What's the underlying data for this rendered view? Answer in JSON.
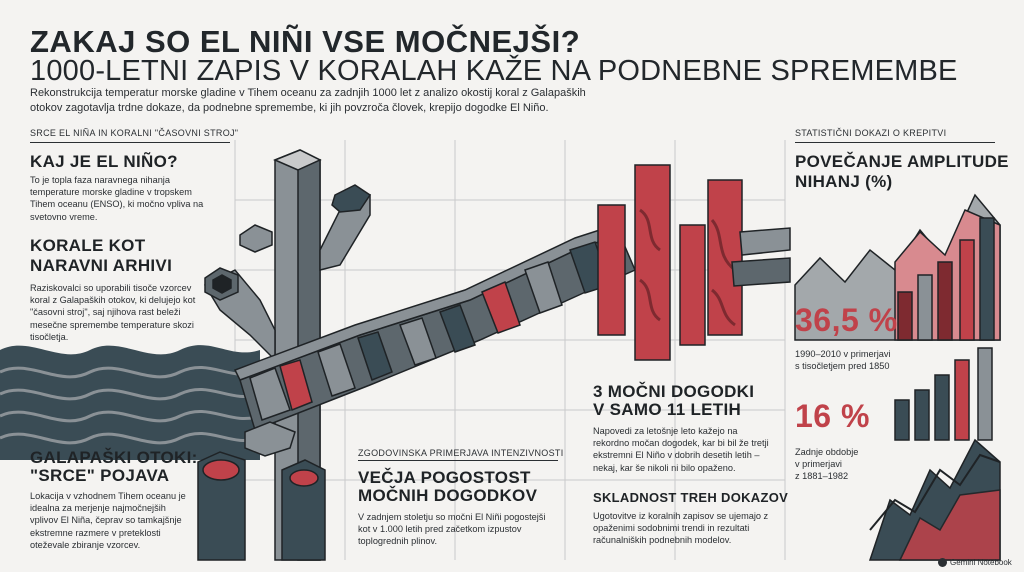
{
  "header": {
    "title": "ZAKAJ SO EL NIÑI VSE MOČNEJŠI?",
    "subtitle": "1000-LETNI ZAPIS V KORALAH KAŽE NA PODNEBNE SPREMEMBE",
    "intro": "Rekonstrukcija temperatur morske gladine v Tihem oceanu za zadnjih 1000 let z analizo okostij koral z Galapaških otokov zagotavlja trdne dokaze, da podnebne spremembe, ki jih povzroča človek, krepijo dogodke El Niño."
  },
  "left": {
    "section_label": "SRCE EL NIÑA IN KORALNI \"ČASOVNI STROJ\"",
    "elnino_head": "KAJ JE EL NIÑO?",
    "elnino_body": "To je topla faza naravnega nihanja temperature morske gladine v tropskem Tihem oceanu (ENSO), ki močno vpliva na svetovno vreme.",
    "corals_head_1": "KORALE KOT",
    "corals_head_2": "NARAVNI ARHIVI",
    "corals_body": "Raziskovalci so uporabili tisoče vzorcev koral z Galapaških otokov, ki delujejo kot \"časovni stroj\", saj njihova rast beleži mesečne spremembe temperature skozi tisočletja.",
    "galapagos_head_1": "GALAPAŠKI OTOKI:",
    "galapagos_head_2": "\"SRCE\" POJAVA",
    "galapagos_body": "Lokacija v vzhodnem Tihem oceanu je idealna za merjenje najmočnejših vplivov El Niña, čeprav so tamkajšnje ekstremne razmere v preteklosti oteževale zbiranje vzorcev."
  },
  "middle": {
    "section_label": "ZGODOVINSKA PRIMERJAVA INTENZIVNOSTI",
    "freq_head_1": "VEČJA POGOSTOST",
    "freq_head_2": "MOČNIH DOGODKOV",
    "freq_body": "V zadnjem stoletju so močni El Niñi pogostejši kot v 1.000 letih pred začetkom izpustov toplogrednih plinov."
  },
  "center_right": {
    "events_head_1": "3 MOČNI DOGODKI",
    "events_head_2": "V SAMO 11 LETIH",
    "events_body": "Napovedi za letošnje leto kažejo na rekordno močan dogodek, kar bi bil že tretji ekstremni El Niño v dobrih desetih letih – nekaj, kar še nikoli ni bilo opaženo.",
    "consistency_head": "SKLADNOST TREH DOKAZOV",
    "consistency_body": "Ugotovitve iz koralnih zapisov se ujemajo z opaženimi sodobnimi trendi in rezultati računalniških podnebnih modelov."
  },
  "right": {
    "section_label": "STATISTIČNI DOKAZI O KREPITVI",
    "amp_head_1": "POVEČANJE AMPLITUDE",
    "amp_head_2": "NIHANJ (%)",
    "stat1_value": "36,5 %",
    "stat1_desc_1": "1990–2010 v primerjavi",
    "stat1_desc_2": "s tisočletjem pred 1850",
    "stat2_value": "16 %",
    "stat2_desc_1": "Zadnje obdobje",
    "stat2_desc_2": "v primerjavi",
    "stat2_desc_3": "z 1881–1982"
  },
  "footer": {
    "logo_text": "Gemini Notebook"
  },
  "colors": {
    "background": "#f4f3f1",
    "ink": "#1f2326",
    "accent_red": "#c0424a",
    "dark_teal": "#3a4c55",
    "mid_gray": "#8a9196"
  }
}
